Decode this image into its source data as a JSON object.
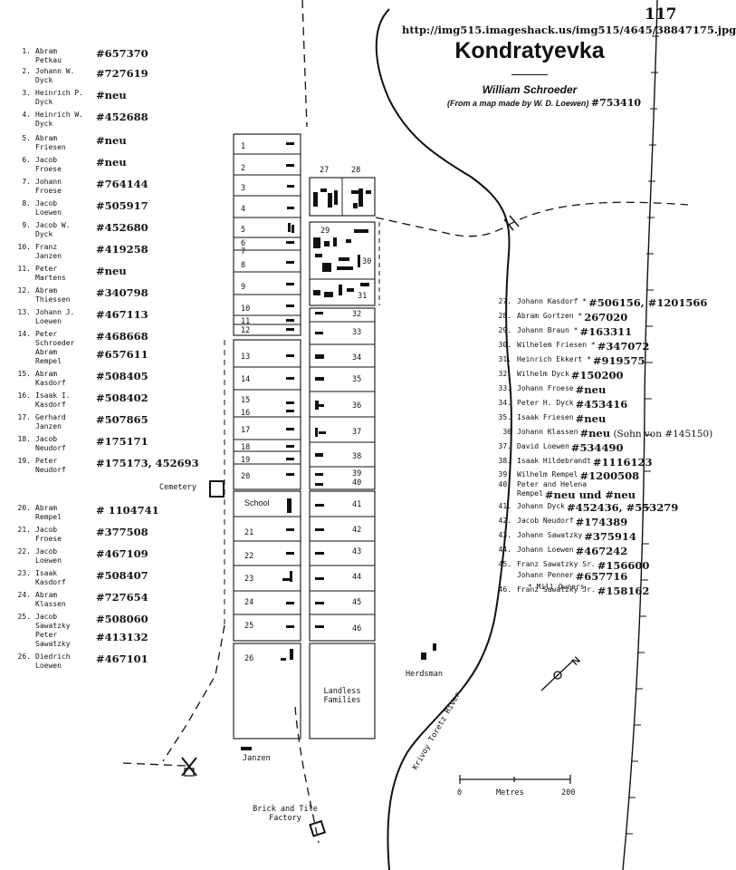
{
  "page_number": "117",
  "source_url": "http://img515.imageshack.us/img515/4645/38847175.jpg",
  "title": "Kondratyevka",
  "author": "William Schroeder",
  "source_note": "(From a map made by W. D. Loewen)",
  "source_note_extra": "#753410",
  "left_entries": [
    {
      "num": "1.",
      "name1": "Abram",
      "name2": "Petkau",
      "ref": "#657370"
    },
    {
      "num": "2.",
      "name1": "Johann W.",
      "name2": "Dyck",
      "ref": "#727619"
    },
    {
      "num": "3.",
      "name1": "Heinrich P.",
      "name2": "Dyck",
      "ref": "#neu"
    },
    {
      "num": "4.",
      "name1": "Heinrich W.",
      "name2": "Dyck",
      "ref": "#452688"
    },
    {
      "num": "5.",
      "name1": "Abram",
      "name2": "Friesen",
      "ref": "#neu"
    },
    {
      "num": "6.",
      "name1": "Jacob",
      "name2": "Froese",
      "ref": "#neu"
    },
    {
      "num": "7.",
      "name1": "Johann",
      "name2": "Froese",
      "ref": "#764144"
    },
    {
      "num": "8.",
      "name1": "Jacob",
      "name2": "Loewen",
      "ref": "#505917"
    },
    {
      "num": "9.",
      "name1": "Jacob W.",
      "name2": "Dyck",
      "ref": "#452680"
    },
    {
      "num": "10.",
      "name1": "Franz",
      "name2": "Janzen",
      "ref": "#419258"
    },
    {
      "num": "11.",
      "name1": "Peter",
      "name2": "Martens",
      "ref": "#neu"
    },
    {
      "num": "12.",
      "name1": "Abram",
      "name2": "Thiessen",
      "ref": "#340798"
    },
    {
      "num": "13.",
      "name1": "Johann J.",
      "name2": "Loewen",
      "ref": "#467113"
    },
    {
      "num": "14.",
      "name1": "Peter",
      "name2": "Schroeder",
      "ref": "#468668"
    },
    {
      "num": "",
      "name1": "Abram",
      "name2": "Rempel",
      "ref": "#657611"
    },
    {
      "num": "15.",
      "name1": "Abram",
      "name2": "Kasdorf",
      "ref": "#508405"
    },
    {
      "num": "16.",
      "name1": "Isaak I.",
      "name2": "Kasdorf",
      "ref": "#508402"
    },
    {
      "num": "17.",
      "name1": "Gerhard",
      "name2": "Janzen",
      "ref": "#507865"
    },
    {
      "num": "18.",
      "name1": "Jacob",
      "name2": "Neudorf",
      "ref": "#175171"
    },
    {
      "num": "19.",
      "name1": "Peter",
      "name2": "Neudorf",
      "ref": "#175173, 452693"
    },
    {
      "num": "20.",
      "name1": "Abram",
      "name2": "Rempel",
      "ref": "# 1104741"
    },
    {
      "num": "21.",
      "name1": "Jacob",
      "name2": "Froese",
      "ref": "#377508"
    },
    {
      "num": "22.",
      "name1": "Jacob",
      "name2": "Loewen",
      "ref": "#467109"
    },
    {
      "num": "23.",
      "name1": "Isaak",
      "name2": "Kasdorf",
      "ref": "#508407"
    },
    {
      "num": "24.",
      "name1": "Abram",
      "name2": "Klassen",
      "ref": "#727654"
    },
    {
      "num": "25.",
      "name1": "Jacob",
      "name2": "Sawatzky",
      "ref": "#508060"
    },
    {
      "num": "",
      "name1": "Peter",
      "name2": "Sawatzky",
      "ref": "#413132"
    },
    {
      "num": "26.",
      "name1": "Diedrich",
      "name2": "Loewen",
      "ref": "#467101"
    }
  ],
  "right_entries": [
    {
      "num": "27.",
      "name": "Johann Kasdorf *",
      "ref": "#506156, #1201566"
    },
    {
      "num": "28.",
      "name": "Abram Gortzen *",
      "ref": "267020"
    },
    {
      "num": "29.",
      "name": "Johann Braun *",
      "ref": "#163311"
    },
    {
      "num": "30.",
      "name": "Wilhelem Friesen *",
      "ref": "#347072"
    },
    {
      "num": "31.",
      "name": "Heinrich Ekkert *",
      "ref": "#919575"
    },
    {
      "num": "32.",
      "name": "Wilhelm Dyck",
      "ref": "#150200"
    },
    {
      "num": "33.",
      "name": "Johann Froese",
      "ref": "#neu"
    },
    {
      "num": "34.",
      "name": "Peter H. Dyck",
      "ref": "#453416"
    },
    {
      "num": "35.",
      "name": "Isaak Friesen",
      "ref": "#neu"
    },
    {
      "num": "36",
      "name": "Johann Klassen",
      "ref": "#neu",
      "note": "(Sohn von #145150)"
    },
    {
      "num": "37.",
      "name": "David Loewen",
      "ref": "#534490"
    },
    {
      "num": "38.",
      "name": "Isaak Hildebrandt",
      "ref": "#1116123"
    },
    {
      "num": "39.",
      "name": "Wilhelm Rempel",
      "ref": "#1200508"
    },
    {
      "num": "40.",
      "name": "Peter and Helena",
      "ref": ""
    },
    {
      "num": "",
      "name": "Rempel",
      "ref": "#neu und #neu"
    },
    {
      "num": "41.",
      "name": "Johann Dyck",
      "ref": "#452436, #553279"
    },
    {
      "num": "42.",
      "name": "Jacob Neudorf",
      "ref": "#174389"
    },
    {
      "num": "43.",
      "name": "Johann Sawatzky",
      "ref": "#375914"
    },
    {
      "num": "44.",
      "name": "Johann Loewen",
      "ref": "#467242"
    },
    {
      "num": "45.",
      "name": "Franz Sawatzky Sr.",
      "ref": "#156600"
    },
    {
      "num": "",
      "name": "Johann Penner",
      "ref": "#657716"
    },
    {
      "num": "46.",
      "name": "Franz Sawatzky Jr.",
      "ref": "#158162"
    }
  ],
  "mill_owners_note": "* Mill Owners",
  "map_labels": {
    "cemetery": "Cemetery",
    "school": "School",
    "landless_1": "Landless",
    "landless_2": "Families",
    "herdsman": "Herdsman",
    "janzen": "Janzen",
    "brick_1": "Brick and Tile",
    "brick_2": "Factory",
    "river": "Krivoy Toretz River",
    "scale_left": "0",
    "scale_mid": "Metres",
    "scale_right": "200",
    "north": "N"
  },
  "lots_left": [
    "1",
    "2",
    "3",
    "4",
    "5",
    "6",
    "7",
    "8",
    "9",
    "10",
    "11",
    "12",
    "13",
    "14",
    "15",
    "16",
    "17",
    "18",
    "19",
    "20",
    "21",
    "22",
    "23",
    "24",
    "25",
    "26"
  ],
  "lots_right": [
    "27",
    "28",
    "29",
    "30",
    "31",
    "32",
    "33",
    "34",
    "35",
    "36",
    "37",
    "38",
    "39",
    "40",
    "41",
    "42",
    "43",
    "44",
    "45",
    "46"
  ]
}
